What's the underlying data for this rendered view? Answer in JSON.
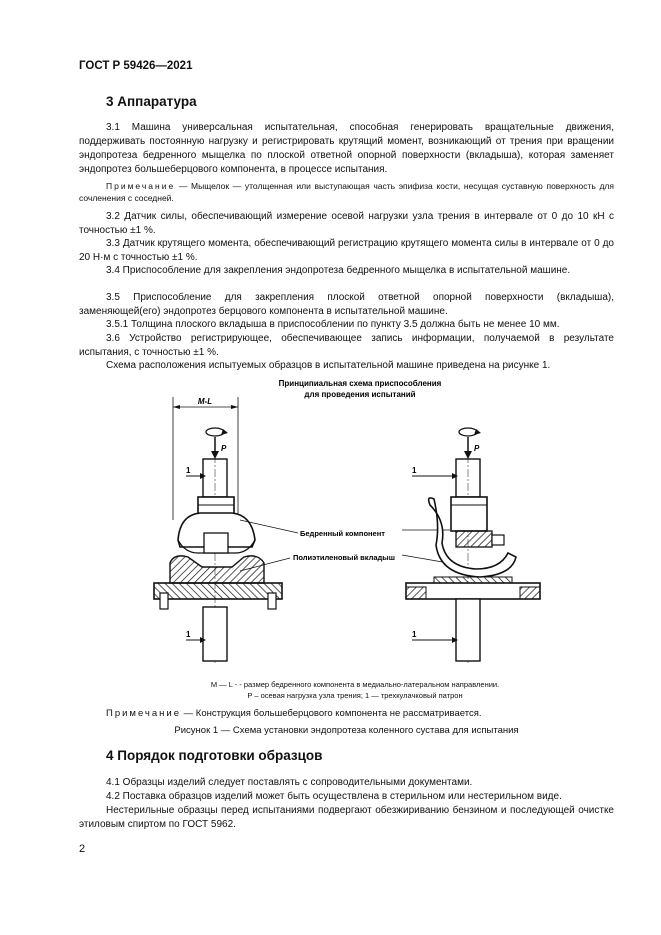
{
  "header": {
    "doc_id": "ГОСТ Р 59426—2021"
  },
  "section3": {
    "title": "3 Аппаратура",
    "p3_1": "3.1 Машина универсальная испытательная, способная генерировать вращательные движения, поддерживать постоянную нагрузку и регистрировать крутящий момент, возникающий от трения при вращении эндопротеза бедренного мыщелка по плоской ответной опорной поверхности (вкладыша), которая заменяет эндопротез большеберцового компонента, в процессе испытания.",
    "note1_label": "Примечание",
    "note1_text": " — Мыщелок — утолщенная или выступающая часть эпифиза кости, несущая суставную поверхность для сочленения с соседней.",
    "p3_2": "3.2 Датчик силы, обеспечивающий измерение осевой нагрузки узла трения в интервале от 0 до 10 кН с точностью ±1 %.",
    "p3_3": "3.3 Датчик крутящего момента, обеспечивающий регистрацию крутящего момента силы в интервале от 0 до 20 Н·м с точностью ±1 %.",
    "p3_4": "3.4 Приспособление для закрепления эндопротеза бедренного мыщелка в испытательной машине.",
    "p3_5": "3.5 Приспособление для закрепления плоской ответной опорной поверхности (вкладыша), заменяющей(его) эндопротез берцового компонента в испытательной машине.",
    "p3_5_1": "3.5.1 Толщина плоского вкладыша в приспособлении по пункту 3.5 должна быть не менее 10 мм.",
    "p3_6": "3.6 Устройство регистрирующее, обеспечивающее запись информации, получаемой в результате испытания, с точностью ±1 %.",
    "p_scheme": "Схема расположения испытуемых образцов в испытательной машине приведена на рисунке 1."
  },
  "figure": {
    "title_line1": "Принципиальная схема приспособления",
    "title_line2": "для проведения испытаний",
    "dim_label": "M-L",
    "label_femoral": "Бедренный компонент",
    "label_insert": "Полиэтиленовый вкладыш",
    "load_label": "P",
    "chuck_label_top": "1",
    "chuck_label_bottom": "1",
    "legend_line1": "M — L  - -  размер бедренного компонента в медиально-латеральном направлении.",
    "legend_line2": "P  – осевая нагрузка узла трения; 1 —  трехкулачковый патрон",
    "note2_label": "Примечание",
    "note2_text": " — Конструкция большеберцового компонента не рассматривается.",
    "caption": "Рисунок 1 — Схема установки эндопротеза коленного сустава для испытания"
  },
  "section4": {
    "title": "4 Порядок подготовки образцов",
    "p4_1": "4.1 Образцы изделий следует поставлять с сопроводительными документами.",
    "p4_2": "4.2 Поставка образцов изделий может быть осуществлена в стерильном или нестерильном виде.",
    "p4_3": "Нестерильные образцы перед испытаниями подвергают обезжириванию бензином и последующей очистке этиловым спиртом по ГОСТ 5962."
  },
  "footer": {
    "page_number": "2"
  }
}
